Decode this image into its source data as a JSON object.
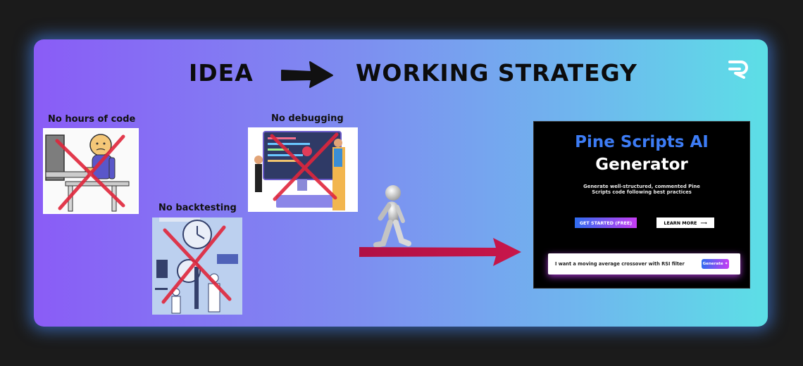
{
  "headline": {
    "left": "IDEA",
    "right": "WORKING STRATEGY"
  },
  "panels": {
    "code_label": "No hours of code",
    "debug_label": "No debugging",
    "backtest_label": "No backtesting"
  },
  "screenshot": {
    "title_line1": "Pine Scripts AI",
    "title_line2": "Generator",
    "subtitle": "Generate well-structured, commented Pine Scripts code following best practices",
    "primary_button": "GET STARTED (FREE)",
    "secondary_button": "LEARN MORE",
    "input_text": "I want a moving average crossover with RSI filter",
    "generate_button": "Generate"
  },
  "colors": {
    "gradient_start": "#8a5cf6",
    "gradient_end": "#5cdfe6",
    "cross": "#e0263b",
    "arrow": "#c8174a",
    "title_blue": "#3d7cf5"
  },
  "icons": [
    "logo-icon",
    "right-arrow-icon",
    "cross-icon",
    "walking-figure-icon"
  ]
}
